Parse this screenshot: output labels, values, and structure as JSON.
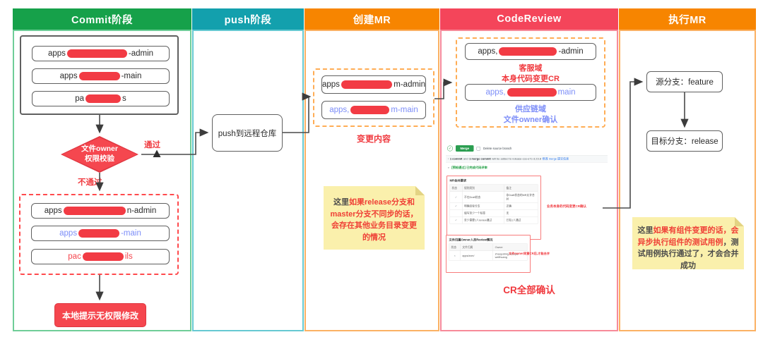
{
  "columns": [
    {
      "label": "Commit阶段"
    },
    {
      "label": "push阶段"
    },
    {
      "label": "创建MR"
    },
    {
      "label": "CodeReview"
    },
    {
      "label": "执行MR"
    }
  ],
  "commit": {
    "top_files": [
      {
        "prefix": "apps",
        "suffix": "-admin"
      },
      {
        "prefix": "apps",
        "suffix": "-main"
      },
      {
        "prefix": "pa",
        "suffix": "s"
      }
    ],
    "diamond_line1": "文件owner",
    "diamond_line2": "权限校验",
    "pass_label": "通过",
    "fail_label": "不通过",
    "bottom_files": [
      {
        "prefix": "apps",
        "suffix": "n-admin"
      },
      {
        "prefix": "apps",
        "suffix": "-main"
      },
      {
        "prefix": "pac",
        "suffix": "ils"
      }
    ],
    "result_button": "本地提示无权限修改"
  },
  "push": {
    "box_label": "push到远程仓库"
  },
  "create_mr": {
    "files": [
      {
        "prefix": "apps",
        "suffix": "m-admin"
      },
      {
        "prefix": "apps,",
        "suffix": "m-main"
      }
    ],
    "caption": "变更内容",
    "note_dark": "这里",
    "note_red": "如果release分支和master分支不同步的话，会存在其他业务目录变更的情况"
  },
  "code_review": {
    "admin_file": {
      "prefix": "apps,",
      "suffix": "-admin"
    },
    "admin_caption1": "客服域",
    "admin_caption2": "本身代码变更CR",
    "main_file": {
      "prefix": "apps,",
      "suffix": "main"
    },
    "main_caption1": "供应链域",
    "main_caption2": "文件owner确认",
    "screenshot": {
      "merge_button": "Merge",
      "delete_source_label": "Delete source branch",
      "commit_bold1": "1 commit",
      "commit_mid": " and ",
      "commit_bold2": "1 merge commit",
      "commit_rest": " will be added to release-cce-e7c-3.23.8 ",
      "commit_link": "修改 merge 提交信息",
      "precheck_line": "[预检通过] 已完成代码评审",
      "req_title": "MR合并要求",
      "req_headers": [
        "状态",
        "规则类别",
        "备注"
      ],
      "req_rows": [
        {
          "status": "✓",
          "rule": "不在Draft状态",
          "note": "非Draft状态的MR允许合并"
        },
        {
          "status": "✓",
          "rule": "明确目标分支",
          "note": "正确"
        },
        {
          "status": "",
          "rule": "填写至少一个标签",
          "note": "无"
        },
        {
          "status": "✓",
          "rule": "至少需要1人review通过",
          "note": "已有1人通过"
        }
      ],
      "owner_title": "文件归属Owner人员Review情况",
      "owner_headers": [
        "状态",
        "文件归属",
        "Owner"
      ],
      "owner_row": {
        "status": "×",
        "path": "apps/zxm/",
        "owners": "zhaoyubing renxiya weifhuang"
      },
      "annotation_top": "业务本身的代码变更CR确认",
      "annotation_bottom": "文件owner同意CR后,才能合并"
    },
    "caption": "CR全部确认"
  },
  "execute_mr": {
    "source_box": "源分支：feature",
    "target_box": "目标分支：release",
    "note_dark1": "这里",
    "note_red": "如果有组件变更的话，会异步执行组件的测试用例",
    "note_dark2": "，测试用例执行通过了，才会合并成功"
  },
  "colors": {
    "commit_header": "#16a14a",
    "push_header": "#13a0ad",
    "create_mr_header": "#f78500",
    "code_review_header": "#f4455a",
    "execute_mr_header": "#f78500",
    "redaction_bar": "#f23b44",
    "diamond_fill": "#f5474f",
    "note_background": "#faf0ac",
    "annotation_red": "#f0393e",
    "file_blue": "#7d8ef8"
  }
}
